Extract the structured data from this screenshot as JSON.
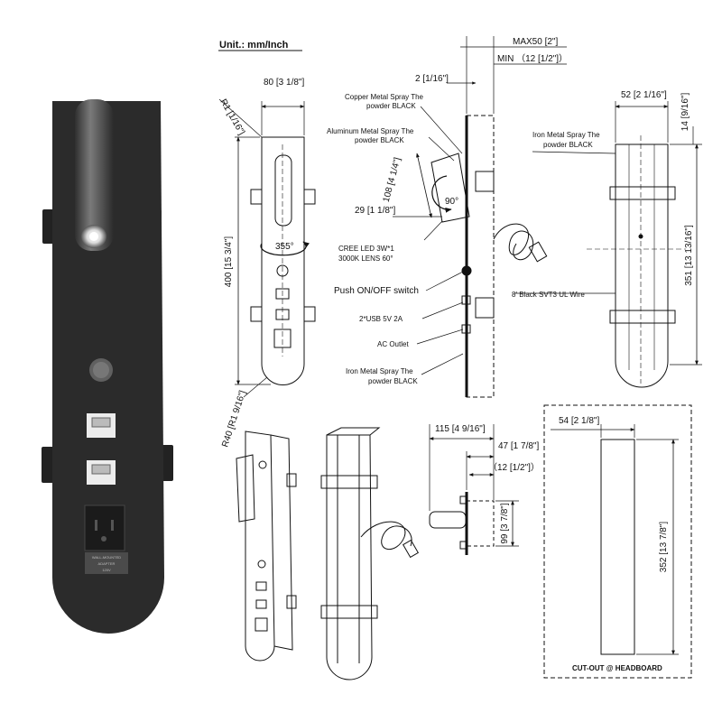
{
  "header": {
    "units_label": "Unit.: mm/Inch"
  },
  "product_photo": {
    "label_sticker_lines": [
      "WALL-MOUNTED",
      "ADAPTER",
      "120V"
    ]
  },
  "front_view": {
    "radius_top": "R1 [1/16\"]",
    "width": "80 [3 1/8\"]",
    "height": "400 [15 3/4\"]",
    "rotation": "355°",
    "radius_bottom": "R40 [R1 9/16\"]"
  },
  "side_view": {
    "max_depth": "MAX50 [2\"]",
    "min_depth": "MIN （12 [1/2\"]）",
    "plate_thickness": "2 [1/16\"]",
    "head_length": "108 [4 1/4\"]",
    "head_diameter": "29 [1 1/8\"]",
    "tilt_angle": "90°",
    "callouts": {
      "copper": [
        "Copper Metal Spray The",
        "powder BLACK"
      ],
      "aluminum": [
        "Aluminum Metal Spray The",
        "powder BLACK"
      ],
      "led": [
        "CREE LED 3W*1",
        "3000K LENS 60°"
      ],
      "switch": [
        "Push ON/OFF switch"
      ],
      "usb": [
        "2*USB 5V 2A"
      ],
      "ac_outlet": [
        "AC Outlet"
      ],
      "iron_bottom": [
        "Iron Metal Spray The",
        "powder BLACK"
      ]
    }
  },
  "back_view": {
    "iron_label": [
      "Iron Metal Spray The",
      "powder BLACK"
    ],
    "wire_label": "8' Black SVT3 UL Wire",
    "width": "52 [2 1/16\"]",
    "bracket": "14 [9/16\"]",
    "height": "351 [13 13/16\"]"
  },
  "small_side_view": {
    "total_depth": "115 [4 9/16\"]",
    "box_depth": "47 [1 7/8\"]",
    "plate_offset": "（12 [1/2\"]）",
    "box_height": "99 [3 7/8\"]"
  },
  "cutout": {
    "width": "54 [2 1/8\"]",
    "height": "352 [13 7/8\"]",
    "caption": "CUT-OUT @ HEADBOARD"
  }
}
